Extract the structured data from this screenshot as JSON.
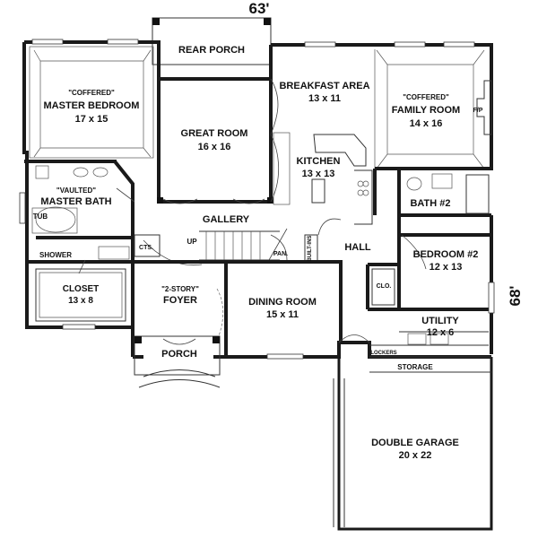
{
  "dimensions": {
    "width_label": "63'",
    "depth_label": "68'"
  },
  "rooms": {
    "rear_porch": "REAR PORCH",
    "breakfast_area": {
      "name": "BREAKFAST AREA",
      "size": "13 x 11"
    },
    "master_bedroom": {
      "note": "\"COFFERED\"",
      "name": "MASTER BEDROOM",
      "size": "17 x 15"
    },
    "great_room": {
      "name": "GREAT ROOM",
      "size": "16 x 16"
    },
    "family_room": {
      "note": "\"COFFERED\"",
      "name": "FAMILY ROOM",
      "size": "14 x 16"
    },
    "fireplace": "F/P",
    "kitchen": {
      "name": "KITCHEN",
      "size": "13 x 13"
    },
    "master_bath": {
      "note": "\"VAULTED\"",
      "name": "MASTER BATH"
    },
    "tub": "TUB",
    "shower": "SHOWER",
    "cts": "CTS.",
    "up": "UP",
    "pantry": "PAN.",
    "built_ins": "BUILT-INS",
    "gallery": "GALLERY",
    "hall": "HALL",
    "bath2": "BATH #2",
    "bedroom2": {
      "name": "BEDROOM #2",
      "size": "12 x 13"
    },
    "closet_small": "CLO.",
    "closet": {
      "name": "CLOSET",
      "size": "13 x 8"
    },
    "foyer": {
      "note": "\"2-STORY\"",
      "name": "FOYER"
    },
    "dining_room": {
      "name": "DINING ROOM",
      "size": "15 x 11"
    },
    "utility": {
      "name": "UTILITY",
      "size": "12 x 6"
    },
    "lockers": "LOCKERS",
    "storage": "STORAGE",
    "porch": "PORCH",
    "double_garage": {
      "name": "DOUBLE GARAGE",
      "size": "20 x 22"
    }
  }
}
